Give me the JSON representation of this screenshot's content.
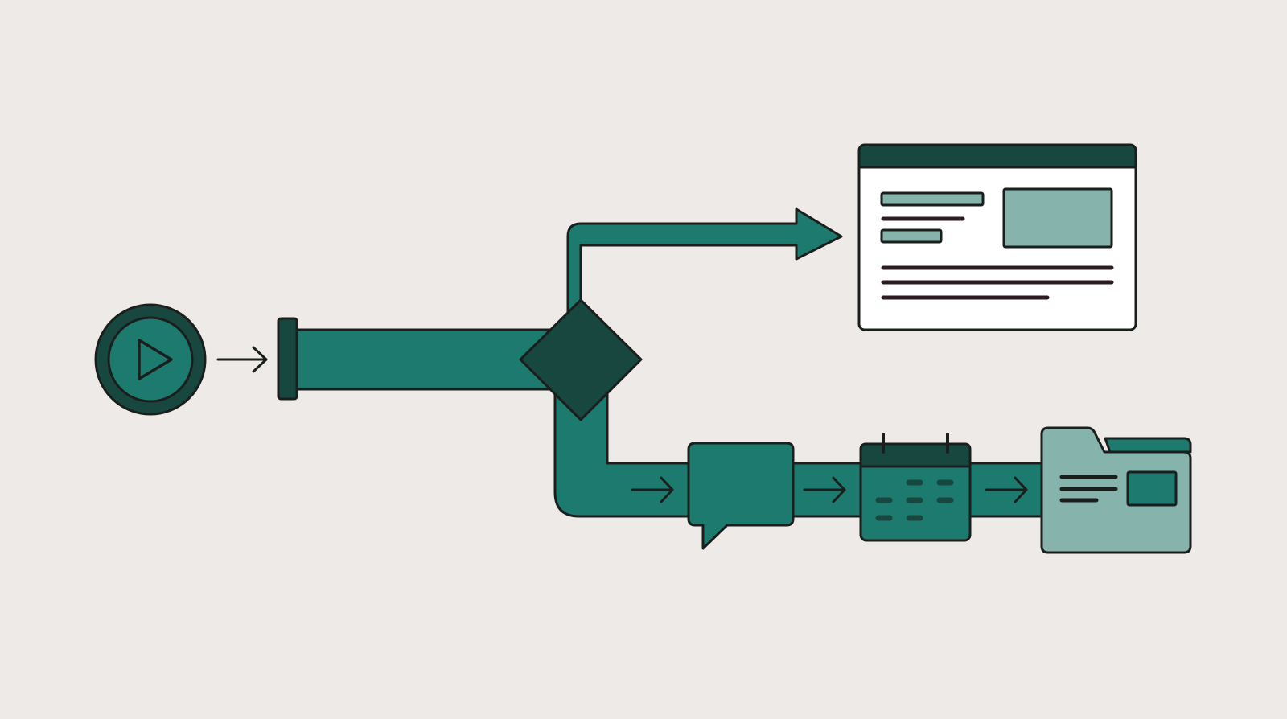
{
  "diagram": {
    "kind": "flowchart-illustration",
    "nodes": [
      {
        "id": "start",
        "icon": "play-icon"
      },
      {
        "id": "input-bar",
        "icon": "pipe-icon"
      },
      {
        "id": "decision",
        "icon": "decision-diamond-icon"
      },
      {
        "id": "webpage",
        "icon": "web-page-icon"
      },
      {
        "id": "message",
        "icon": "chat-bubble-icon"
      },
      {
        "id": "calendar",
        "icon": "calendar-icon"
      },
      {
        "id": "folder",
        "icon": "folder-icon"
      }
    ],
    "edges": [
      {
        "from": "start",
        "to": "input-bar"
      },
      {
        "from": "input-bar",
        "to": "decision"
      },
      {
        "from": "decision",
        "to": "webpage"
      },
      {
        "from": "decision",
        "to": "message"
      },
      {
        "from": "message",
        "to": "calendar"
      },
      {
        "from": "calendar",
        "to": "folder"
      }
    ]
  },
  "colors": {
    "background": "#eeeae7",
    "teal": "#1c7a6f",
    "dark_teal": "#17473f",
    "light_teal": "#86b3ab",
    "outline": "#1a1f1e",
    "text_line": "#2b1c1f",
    "paper": "#ffffff"
  }
}
